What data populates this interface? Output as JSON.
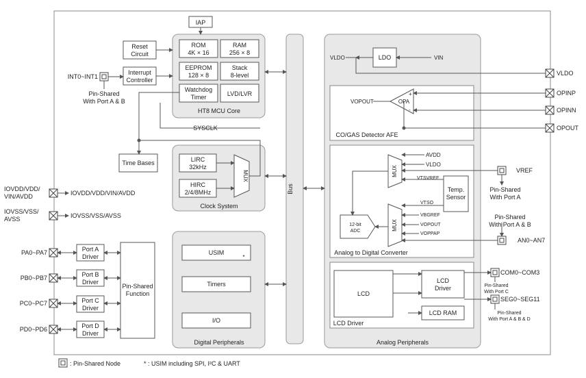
{
  "colors": {
    "line": "#555555",
    "panel": "#e8e8e8",
    "box": "#ffffff",
    "border": "#8a8a8a"
  },
  "mcu": {
    "iap": "IAP",
    "rom": "ROM",
    "rom_size": "4K × 16",
    "ram": "RAM",
    "ram_size": "256 × 8",
    "eeprom": "EEPROM",
    "eeprom_size": "128 × 8",
    "stack": "Stack",
    "stack_size": "8-level",
    "watchdog_1": "Watchdog",
    "watchdog_2": "Timer",
    "lvd": "LVD/LVR",
    "core_label": "HT8 MCU Core"
  },
  "left_blocks": {
    "reset_1": "Reset",
    "reset_2": "Circuit",
    "int_1": "Interrupt",
    "int_2": "Controller",
    "time_bases": "Time Bases"
  },
  "int_pin": {
    "label": "INT0~INT1",
    "shared_1": "Pin-Shared",
    "shared_2": "With Port A & B"
  },
  "sysclk": "SYSCLK",
  "clock": {
    "lirc_1": "LIRC",
    "lirc_2": "32kHz",
    "hirc_1": "HIRC",
    "hirc_2": "2/4/8MHz",
    "mux": "MUX",
    "label": "Clock System"
  },
  "power": {
    "vdd_pin": "IOVDD/VDD/\nVIN/AVDD",
    "vdd_sig": "IOVDD/VDD/VIN/AVDD",
    "vss_pin": "IOVSS/VSS/\nAVSS",
    "vss_sig": "IOVSS/VSS/AVSS"
  },
  "ports": [
    {
      "pin": "PA0~PA7",
      "driver_1": "Port A",
      "driver_2": "Driver"
    },
    {
      "pin": "PB0~PB7",
      "driver_1": "Port B",
      "driver_2": "Driver"
    },
    {
      "pin": "PC0~PC7",
      "driver_1": "Port C",
      "driver_2": "Driver"
    },
    {
      "pin": "PD0~PD6",
      "driver_1": "Port D",
      "driver_2": "Driver"
    }
  ],
  "pin_shared_function": {
    "line_1": "Pin-Shared",
    "line_2": "Function"
  },
  "digital": {
    "usim": "USIM",
    "usim_mark": "*",
    "timers": "Timers",
    "io": "I/O",
    "label": "Digital Peripherals"
  },
  "bus": "Bus",
  "analog": {
    "label": "Analog Peripherals",
    "ldo": "LDO",
    "vldo": "VLDO",
    "vin": "VIN",
    "vldo_pin": "VLDO",
    "opinp": "OPINP",
    "opinn": "OPINN",
    "opout": "OPOUT",
    "vopout": "VOPOUT",
    "opa": "OPA",
    "plus": "+",
    "minus": "-",
    "afe_label": "CO/GAS Detector AFE",
    "avdd": "AVDD",
    "vldo2": "VLDO",
    "vtsvref": "VTSVREF",
    "vtso": "VTSO",
    "vbgref": "VBGREF",
    "vopout2": "VOPOUT",
    "voppap": "VOPPAP",
    "mux": "MUX",
    "temp_1": "Temp.",
    "temp_2": "Sensor",
    "adc_1": "12-bit",
    "adc_2": "ADC",
    "adc_label": "Analog to Digital Converter",
    "vref": "VREF",
    "vref_shared_1": "Pin-Shared",
    "vref_shared_2": "With Port A",
    "an_pin": "AN0~AN7",
    "an_shared_1": "Pin-Shared",
    "an_shared_2": "With Port A & B",
    "lcd": "LCD",
    "lcd_driver_1": "LCD",
    "lcd_driver_2": "Driver",
    "lcd_ram": "LCD RAM",
    "lcd_label": "LCD Driver",
    "com": "COM0~COM3",
    "com_shared_1": "Pin-Shared",
    "com_shared_2": "With Port C",
    "seg": "SEG0~SEG11",
    "seg_shared_1": "Pin-Shared",
    "seg_shared_2": "With Port A & B & D"
  },
  "legend": {
    "node": ": Pin-Shared Node",
    "note": "* : USIM including SPI, I²C & UART"
  }
}
